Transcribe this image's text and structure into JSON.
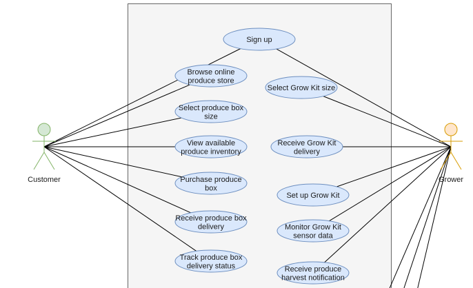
{
  "diagram": {
    "actors": [
      {
        "id": "customer",
        "label": "Customer"
      },
      {
        "id": "grower",
        "label": "Grower"
      }
    ],
    "use_cases": [
      {
        "id": "sign-up",
        "lines": [
          "Sign up"
        ]
      },
      {
        "id": "browse-online-produce-store",
        "lines": [
          "Browse online",
          "produce store"
        ]
      },
      {
        "id": "select-produce-box-size",
        "lines": [
          "Select produce box",
          "size"
        ]
      },
      {
        "id": "view-available-produce-inventory",
        "lines": [
          "View available",
          "produce inventory"
        ]
      },
      {
        "id": "purchase-produce-box",
        "lines": [
          "Purchase produce",
          "box"
        ]
      },
      {
        "id": "receive-produce-box-delivery",
        "lines": [
          "Receive produce box",
          "delivery"
        ]
      },
      {
        "id": "track-produce-box-delivery-status",
        "lines": [
          "Track produce box",
          "delivery status"
        ]
      },
      {
        "id": "select-grow-kit-size",
        "lines": [
          "Select Grow Kit size"
        ]
      },
      {
        "id": "receive-grow-kit-delivery",
        "lines": [
          "Receive Grow Kit",
          "delivery"
        ]
      },
      {
        "id": "set-up-grow-kit",
        "lines": [
          "Set up Grow Kit"
        ]
      },
      {
        "id": "monitor-grow-kit-sensor-data",
        "lines": [
          "Monitor Grow Kit",
          "sensor data"
        ]
      },
      {
        "id": "receive-produce-harvest-notification",
        "lines": [
          "Receive produce",
          "harvest notification"
        ]
      }
    ],
    "associations": [
      {
        "actor": "customer",
        "use_case": "sign-up"
      },
      {
        "actor": "customer",
        "use_case": "browse-online-produce-store"
      },
      {
        "actor": "customer",
        "use_case": "select-produce-box-size"
      },
      {
        "actor": "customer",
        "use_case": "view-available-produce-inventory"
      },
      {
        "actor": "customer",
        "use_case": "purchase-produce-box"
      },
      {
        "actor": "customer",
        "use_case": "receive-produce-box-delivery"
      },
      {
        "actor": "customer",
        "use_case": "track-produce-box-delivery-status"
      },
      {
        "actor": "grower",
        "use_case": "sign-up"
      },
      {
        "actor": "grower",
        "use_case": "select-grow-kit-size"
      },
      {
        "actor": "grower",
        "use_case": "receive-grow-kit-delivery"
      },
      {
        "actor": "grower",
        "use_case": "set-up-grow-kit"
      },
      {
        "actor": "grower",
        "use_case": "monitor-grow-kit-sensor-data"
      },
      {
        "actor": "grower",
        "use_case": "receive-produce-harvest-notification"
      }
    ],
    "colors": {
      "system_fill": "#f5f5f5",
      "system_stroke": "#666666",
      "usecase_fill": "#dae8fc",
      "usecase_stroke": "#6c8ebf",
      "customer_fill": "#d5e8d4",
      "customer_stroke": "#82b366",
      "grower_fill": "#ffe6cc",
      "grower_stroke": "#d79b00",
      "line": "#000000"
    }
  }
}
